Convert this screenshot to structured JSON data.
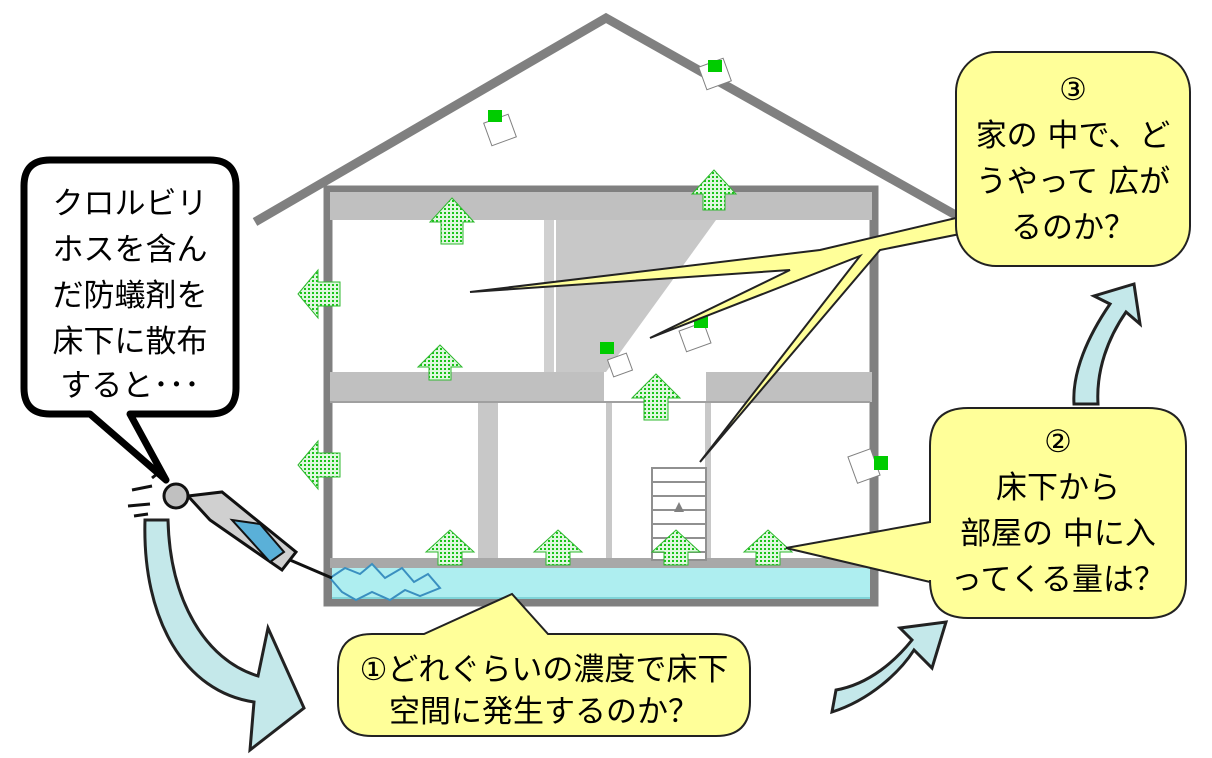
{
  "callouts": {
    "pesticide": {
      "lines": [
        "クロルビリ",
        "ホスを含ん",
        "だ防蟻剤を",
        "床下に散布",
        "すると･･･"
      ]
    },
    "q1": {
      "lines": [
        "①どれぐらいの濃度で床下",
        "空間に発生するのか？"
      ]
    },
    "q2": {
      "lines": [
        "②",
        "床下から",
        "部屋の 中に入",
        "ってくる量は？"
      ]
    },
    "q3": {
      "lines": [
        "③",
        "家の 中で、ど",
        "うやって 広が",
        "るのか？"
      ]
    }
  },
  "colors": {
    "house_outline": "#808080",
    "callout_fill": "#ffff99",
    "flow_arrow": "#c4e8ea",
    "floor_space": "#aeeef0",
    "chemical_green": "#00cc00"
  }
}
